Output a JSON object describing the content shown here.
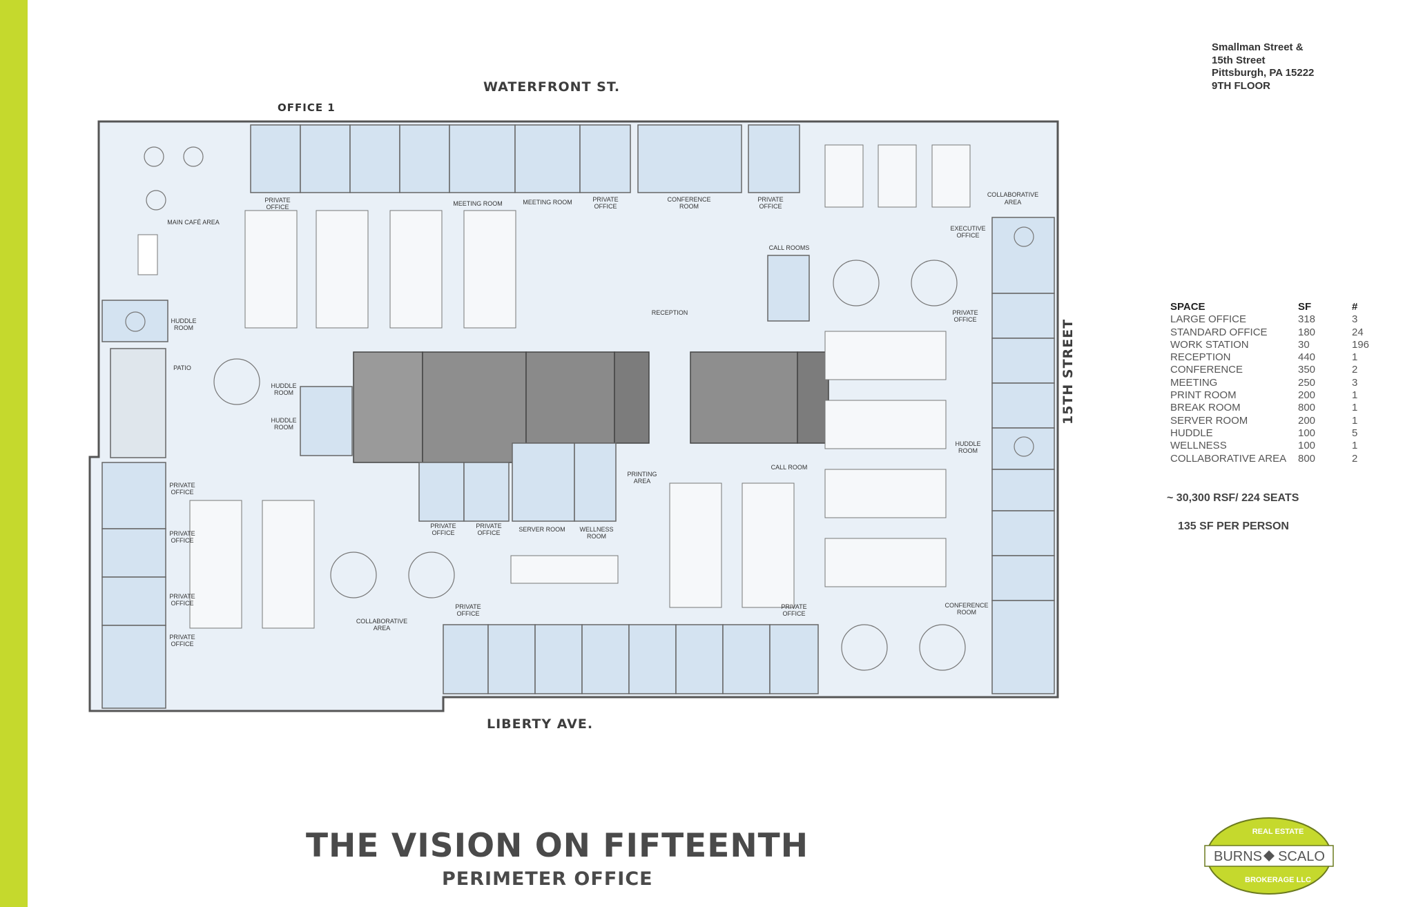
{
  "streets": {
    "top": "WATERFRONT ST.",
    "bottom": "LIBERTY AVE.",
    "right": "15TH STREET"
  },
  "office_label": "OFFICE 1",
  "address": [
    "Smallman Street &",
    "15th Street",
    "Pittsburgh, PA 15222",
    "9TH FLOOR"
  ],
  "space_table": {
    "headers": [
      "SPACE",
      "SF",
      "#"
    ],
    "rows": [
      [
        "LARGE OFFICE",
        "318",
        "3"
      ],
      [
        "STANDARD OFFICE",
        "180",
        "24"
      ],
      [
        "WORK STATION",
        "30",
        "196"
      ],
      [
        "RECEPTION",
        "440",
        "1"
      ],
      [
        "CONFERENCE",
        "350",
        "2"
      ],
      [
        "MEETING",
        "250",
        "3"
      ],
      [
        "PRINT ROOM",
        "200",
        "1"
      ],
      [
        "BREAK ROOM",
        "800",
        "1"
      ],
      [
        "SERVER ROOM",
        "200",
        "1"
      ],
      [
        "HUDDLE",
        "100",
        "5"
      ],
      [
        "WELLNESS",
        "100",
        "1"
      ],
      [
        "COLLABORATIVE AREA",
        "800",
        "2"
      ]
    ]
  },
  "summary": {
    "rsf": "~ 30,300 RSF/ 224 SEATS",
    "sf_per_person": "135 SF PER PERSON"
  },
  "title": "THE VISION ON FIFTEENTH",
  "subtitle": "PERIMETER OFFICE",
  "logo": {
    "top_text": "REAL ESTATE",
    "name_left": "BURNS",
    "name_right": "SCALO",
    "bottom_text": "BROKERAGE LLC"
  },
  "colors": {
    "accent": "#c5d92d",
    "room_fill": "#d4e3f1",
    "floor_fill": "#e9f0f7",
    "core_fill": "#8e8e8e"
  },
  "rooms": {
    "private_office": [
      "PRIVATE",
      "OFFICE"
    ],
    "meeting_room": "MEETING ROOM",
    "conference_room": [
      "CONFERENCE",
      "ROOM"
    ],
    "collaborative_area": [
      "COLLABORATIVE",
      "AREA"
    ],
    "main_cafe": "MAIN CAFÉ AREA",
    "executive_office": [
      "EXECUTIVE",
      "OFFICE"
    ],
    "call_rooms": "CALL ROOMS",
    "call_room": "CALL ROOM",
    "huddle_room": [
      "HUDDLE",
      "ROOM"
    ],
    "reception": "RECEPTION",
    "patio": "PATIO",
    "printing_area": [
      "PRINTING",
      "AREA"
    ],
    "server_room": "SERVER ROOM",
    "wellness_room": [
      "WELLNESS",
      "ROOM"
    ]
  }
}
